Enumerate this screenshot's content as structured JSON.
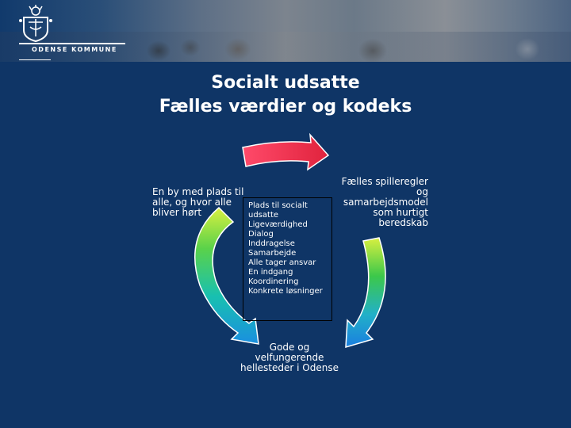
{
  "banner": {
    "organization": "ODENSE KOMMUNE",
    "crest_icon": "coat-of-arms-icon"
  },
  "slide": {
    "title_line1": "Socialt udsatte",
    "title_line2": "Fælles værdier og kodeks"
  },
  "cycle": {
    "left_label": "En by med plads til alle, og hvor alle bliver hørt",
    "right_label_line1": "Fælles spilleregler",
    "right_label_line2": "og",
    "right_label_line3": "samarbejdsmodel",
    "right_label_line4": "som hurtigt",
    "right_label_line5": "beredskab",
    "bottom_label_line1": "Gode og",
    "bottom_label_line2": "velfungerende",
    "bottom_label_line3": "hellesteder i Odense",
    "center_items": [
      "Plads  til socialt",
      "udsatte",
      "Ligeværdighed",
      "Dialog",
      "Inddragelse",
      "Samarbejde",
      "Alle tager ansvar",
      "En indgang",
      "Koordinering",
      "Konkrete løsninger"
    ]
  },
  "colors": {
    "background": "#0f3566",
    "arrow_top": "#e8304a",
    "arrow_right_top": "#2ec24a",
    "arrow_right_bottom": "#1a8fe0",
    "arrow_left_top": "#9be03a",
    "arrow_left_bottom": "#1f9ad6"
  }
}
